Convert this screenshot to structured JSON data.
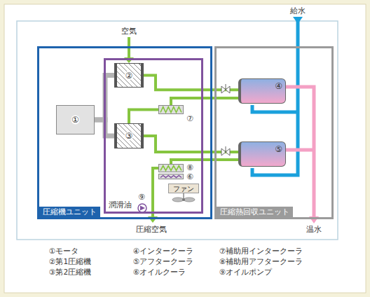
{
  "diagram": {
    "nodes": [
      {
        "text": [
          "圧縮機ユニット"
        ]
      },
      {
        "text": [
          "潤滑油"
        ],
        "in": 0
      },
      {
        "text": [
          "①"
        ],
        "in": 0
      },
      {
        "text": [
          "②"
        ],
        "in": 1
      },
      {
        "text": [
          "③"
        ],
        "in": 1
      },
      {
        "text": [
          "⑦"
        ],
        "in": 1
      },
      {
        "text": [
          "⑧"
        ],
        "in": 1
      },
      {
        "text": [
          "⑥"
        ],
        "in": 1
      },
      {
        "text": [
          "ファン"
        ],
        "in": 1
      },
      {
        "text": [
          "⑨"
        ],
        "in": 1
      },
      {
        "text": [
          "圧縮熱回収ユニット"
        ]
      },
      {
        "text": [
          "④"
        ],
        "in": 10
      },
      {
        "text": [
          "⑤"
        ],
        "in": 10
      }
    ],
    "edges": [
      {
        "from": 2,
        "to": 3,
        "arrow": "none"
      },
      {
        "from": 2,
        "to": 4,
        "arrow": "none"
      },
      {
        "from": 3,
        "to": 11,
        "arrow": "none"
      },
      {
        "from": 11,
        "to": 5,
        "arrow": "none"
      },
      {
        "from": 5,
        "to": 4,
        "arrow": "none"
      },
      {
        "from": 4,
        "to": 12,
        "arrow": "none"
      },
      {
        "from": 12,
        "to": 6,
        "arrow": "none"
      }
    ],
    "labels": [
      "空気",
      "給水",
      "圧縮空気",
      "温水",
      "①モータ",
      "②第1圧縮機",
      "③第2圧縮機",
      "④インタークーラ",
      "⑤アフタークーラ",
      "⑥オイルクーラ",
      "⑦補助用インタークーラ",
      "⑧補助用アフタークーラ",
      "⑨オイルポンプ"
    ]
  }
}
